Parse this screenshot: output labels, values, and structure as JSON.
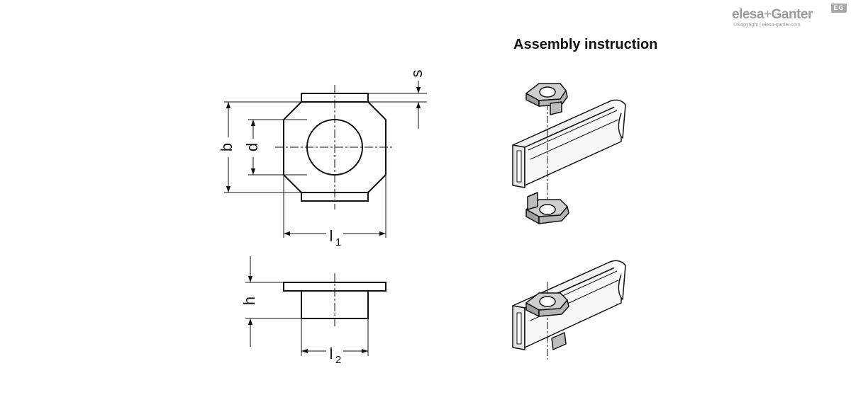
{
  "logo": {
    "brand_left": "elesa",
    "brand_plus": "+",
    "brand_right": "Ganter",
    "badge": "EG",
    "copyright": "©Copyright | elesa-ganter.com"
  },
  "assembly": {
    "title": "Assembly instruction"
  },
  "dimensions": {
    "s": "s",
    "b": "b",
    "d": "d",
    "l1_main": "l",
    "l1_sub": "1",
    "h": "h",
    "l2_main": "l",
    "l2_sub": "2"
  },
  "colors": {
    "line": "#111111",
    "part_fill": "#cfcfcf",
    "part_fill_dark": "#9e9e9e",
    "channel_fill": "#f2f2f2"
  }
}
